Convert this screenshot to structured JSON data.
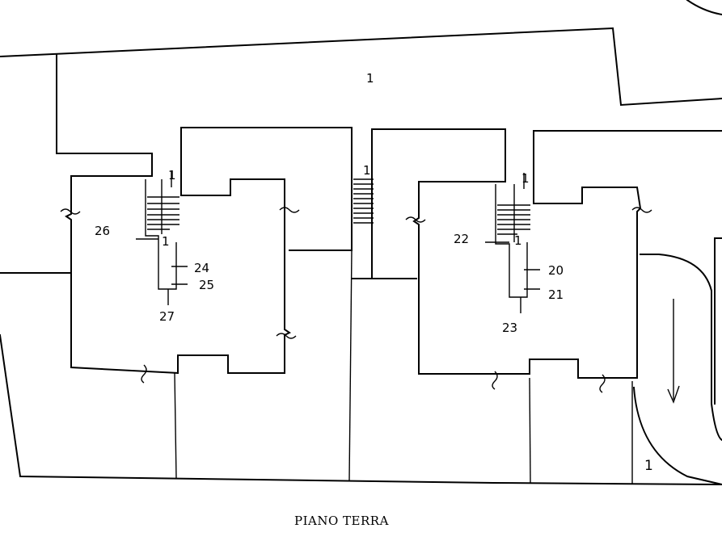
{
  "labels": {
    "area_top": "1",
    "area_bottom_right": "1",
    "unit_26": "26",
    "unit_1_left": "1",
    "unit_24": "24",
    "unit_25": "25",
    "unit_27": "27",
    "unit_22": "22",
    "unit_1_right": "1",
    "unit_20": "20",
    "unit_21": "21",
    "unit_23": "23",
    "stair_top_left": "1",
    "stair_mid": "1",
    "stair_top_right": "1"
  },
  "title": "PIANO TERRA"
}
